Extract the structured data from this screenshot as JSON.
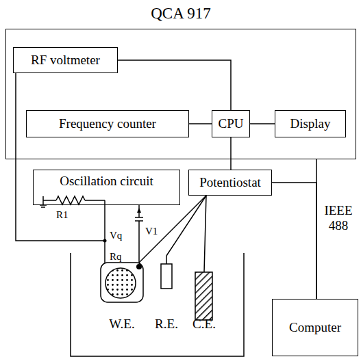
{
  "diagram": {
    "nodes": [
      {
        "text": [
          "QCA 917"
        ]
      },
      {
        "text": [
          "RF voltmeter"
        ],
        "in": 0
      },
      {
        "text": [
          "Frequency counter"
        ],
        "in": 0
      },
      {
        "text": [
          "CPU"
        ],
        "in": 0
      },
      {
        "text": [
          "Display"
        ],
        "in": 0
      },
      {
        "text": [
          "Oscillation circuit"
        ]
      },
      {
        "text": [
          "Potentiostat"
        ]
      },
      {
        "text": [
          "W.E."
        ]
      },
      {
        "text": [
          "R.E."
        ]
      },
      {
        "text": [
          "C.E."
        ]
      },
      {
        "text": [
          "Computer"
        ]
      }
    ],
    "edges": [
      {
        "from": 1,
        "to": 3,
        "arrow": "none"
      },
      {
        "from": 2,
        "to": 3,
        "arrow": "none"
      },
      {
        "from": 3,
        "to": 4,
        "arrow": "none"
      },
      {
        "from": 3,
        "to": 6,
        "arrow": "none"
      },
      {
        "from": 0,
        "to": 10,
        "label": "IEEE 488",
        "arrow": "none"
      },
      {
        "from": 6,
        "to": 10,
        "arrow": "none"
      },
      {
        "from": 6,
        "to": 7,
        "arrow": "none"
      },
      {
        "from": 6,
        "to": 8,
        "arrow": "none"
      },
      {
        "from": 6,
        "to": 9,
        "arrow": "none"
      },
      {
        "from": 5,
        "to": 7,
        "arrow": "none"
      },
      {
        "from": 1,
        "to": 7,
        "arrow": "none"
      }
    ],
    "labels": [
      "R1",
      "Vq",
      "V1",
      "Rq"
    ]
  }
}
